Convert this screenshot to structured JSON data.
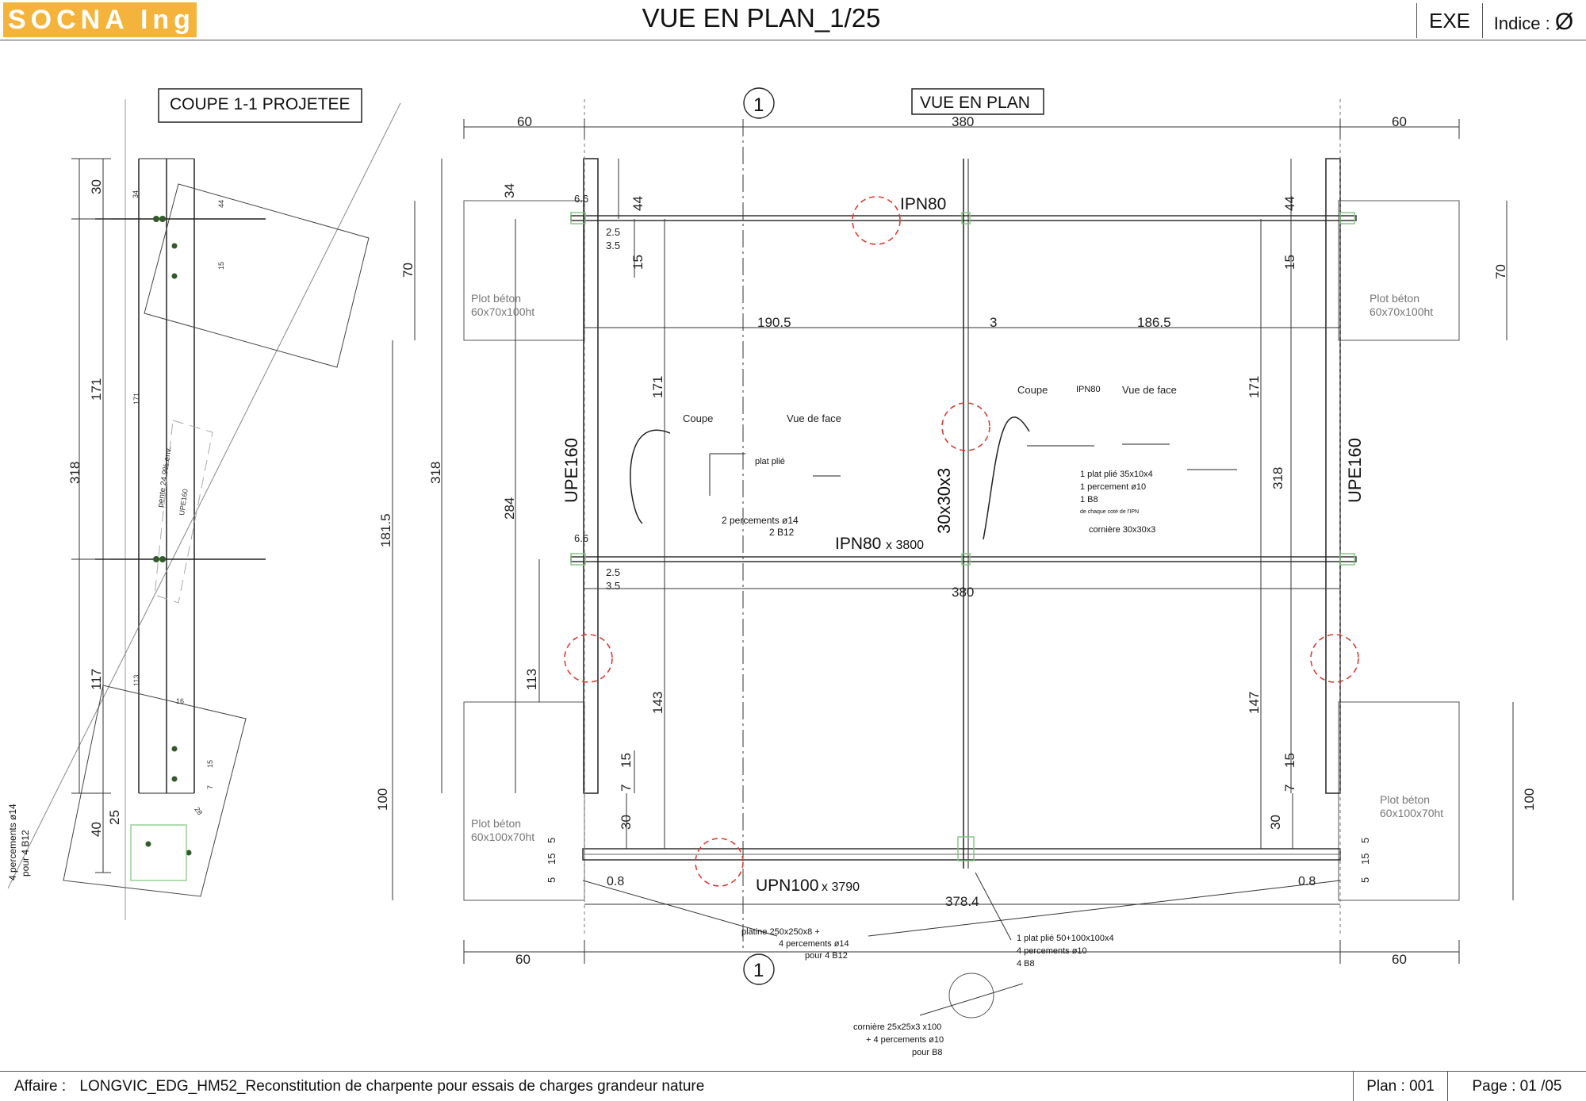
{
  "header": {
    "logo": "SOCNA Ing",
    "title": "VUE EN PLAN_1/25",
    "status": "EXE",
    "indice_label": "Indice :",
    "indice_value": "Ø"
  },
  "footer": {
    "affaire_label": "Affaire :",
    "affaire_text": "LONGVIC_EDG_HM52_Reconstitution de charpente pour essais de charges grandeur nature",
    "plan": "Plan : 001",
    "page": "Page :  01  /05"
  },
  "section_view": {
    "title": "COUPE 1-1 PROJETEE",
    "dims": [
      "30",
      "171",
      "318",
      "117",
      "40",
      "25"
    ],
    "small_labels": [
      "34",
      "44",
      "15",
      "171",
      "113",
      "16",
      "15",
      "7",
      "28"
    ],
    "slope_note": "pente 24.9% env.",
    "profile_note": "UPE160",
    "plate_note_1": "4 percements ø14",
    "plate_note_2": "pour 4 B12"
  },
  "plan_view": {
    "title": "VUE EN PLAN",
    "axis_label": "1",
    "top_dims": [
      "60",
      "380",
      "60"
    ],
    "bottom_dims": [
      "60",
      "60"
    ],
    "beam_top": "IPN80",
    "beam_mid": "IPN80",
    "beam_mid_len": "x 3800",
    "beam_bottom": "UPN100",
    "beam_bottom_len": "x 3790",
    "column_left": "UPE160",
    "column_right": "UPE160",
    "angle_center": "30x30x3",
    "mid_span_left": "190.5",
    "mid_span_gap": "3",
    "mid_span_right": "186.5",
    "mid_span_total": "380",
    "bottom_span": "378.4",
    "plots": {
      "top_left": [
        "Plot béton",
        "60x70x100ht"
      ],
      "top_right": [
        "Plot béton",
        "60x70x100ht"
      ],
      "bottom_left": [
        "Plot béton",
        "60x100x70ht"
      ],
      "bottom_right": [
        "Plot béton",
        "60x100x70ht"
      ]
    },
    "left_vertical_dims": [
      "34",
      "70",
      "318",
      "181.5",
      "100",
      "284",
      "113"
    ],
    "inner_left_dims": [
      "44",
      "15",
      "171",
      "143",
      "15",
      "7",
      "30",
      "5",
      "15",
      "5"
    ],
    "right_vertical_dims": [
      "44",
      "15",
      "171",
      "318",
      "147",
      "15",
      "7",
      "30",
      "70",
      "100",
      "5",
      "15",
      "5"
    ],
    "small_dims": [
      "6.6",
      "2.5",
      "3.5",
      "6.6",
      "2.5",
      "3.5",
      "0.8",
      "0.8"
    ],
    "detail_left": {
      "coupe": "Coupe",
      "vue_de_face": "Vue de face",
      "plat_plie": "plat plié",
      "percements": "2 percements ø14",
      "boulons": "2 B12"
    },
    "detail_right": {
      "coupe": "Coupe",
      "ipn": "IPN80",
      "vue_de_face": "Vue de face",
      "line1": "1 plat plié 35x10x4",
      "line2": "1 percement ø10",
      "line3": "1 B8",
      "line4": "de chaque coté de l'IPN",
      "line5": "cornière 30x30x3"
    },
    "platine_note": [
      "platine 250x250x8 +",
      "4 percements ø14",
      "pour 4 B12"
    ],
    "plat_note": [
      "1 plat plié 50+100x100x4",
      "4 percements ø10",
      "4 B8"
    ],
    "corniere_note": [
      "cornière 25x25x3 x100",
      "+ 4 percements ø10",
      "pour B8"
    ]
  },
  "colors": {
    "logo_bg": "#f4b43c",
    "line": "#222222",
    "dim": "#333333",
    "highlight_circle": "#e03a2f",
    "connector": "#7cc47a"
  }
}
